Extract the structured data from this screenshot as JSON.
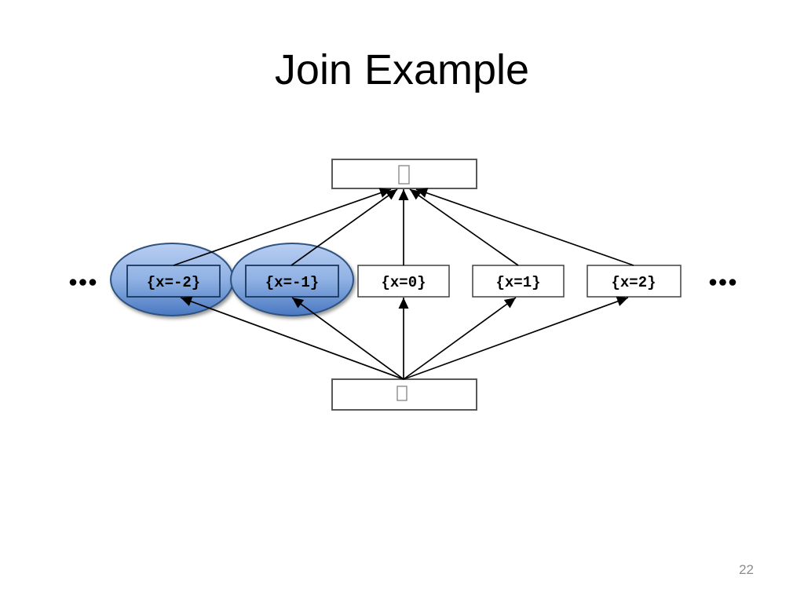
{
  "slide": {
    "title": "Join Example",
    "page_number": "22"
  },
  "diagram": {
    "top_node": {
      "symbol_icon": "missing-glyph-box"
    },
    "bottom_node": {
      "symbol_icon": "missing-glyph-box"
    },
    "nodes": [
      {
        "id": "x=-2",
        "label": "{x=-2}",
        "highlighted": true
      },
      {
        "id": "x=-1",
        "label": "{x=-1}",
        "highlighted": true
      },
      {
        "id": "x=0",
        "label": "{x=0}",
        "highlighted": false
      },
      {
        "id": "x=1",
        "label": "{x=1}",
        "highlighted": false
      },
      {
        "id": "x=2",
        "label": "{x=2}",
        "highlighted": false
      }
    ],
    "ellipsis_left": "...",
    "ellipsis_right": "...",
    "edges": [
      {
        "from": "x=-2",
        "to": "top"
      },
      {
        "from": "x=-1",
        "to": "top"
      },
      {
        "from": "x=0",
        "to": "top"
      },
      {
        "from": "x=1",
        "to": "top"
      },
      {
        "from": "x=2",
        "to": "top"
      },
      {
        "from": "bottom",
        "to": "x=-2"
      },
      {
        "from": "bottom",
        "to": "x=-1"
      },
      {
        "from": "bottom",
        "to": "x=0"
      },
      {
        "from": "bottom",
        "to": "x=1"
      },
      {
        "from": "bottom",
        "to": "x=2"
      }
    ],
    "colors": {
      "highlight_fill_light": "#b9cef2",
      "highlight_fill_mid": "#8fb1e3",
      "highlight_fill_dark": "#4a78c2",
      "highlight_border": "#2f527f",
      "edge": "#000000",
      "plain_box_border": "#404040",
      "outer_box_border": "#595959",
      "page_number": "#8c8c8c"
    }
  }
}
